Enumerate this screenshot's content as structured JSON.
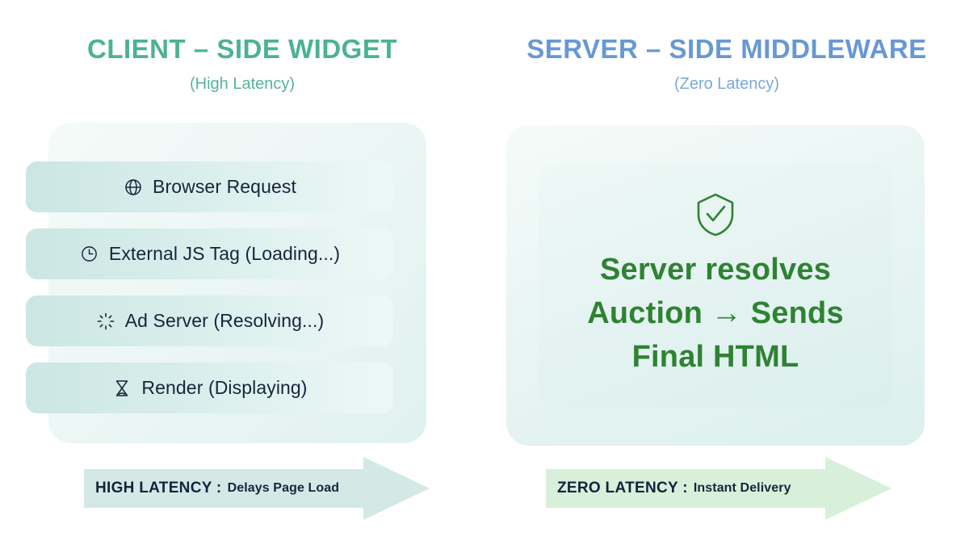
{
  "left": {
    "title": "CLIENT – SIDE WIDGET",
    "subtitle": "(High Latency)",
    "title_color": "#4BB295",
    "steps": [
      {
        "icon": "globe-icon",
        "label": "Browser Request"
      },
      {
        "icon": "clock-icon",
        "label": "External JS Tag (Loading...)"
      },
      {
        "icon": "spinner-icon",
        "label": "Ad Server (Resolving...)"
      },
      {
        "icon": "hourglass-icon",
        "label": "Render (Displaying)"
      }
    ],
    "banner": {
      "strong": "HIGH LATENCY :",
      "soft": "Delays Page Load",
      "color": "#d4e9e6"
    }
  },
  "right": {
    "title": "SERVER – SIDE MIDDLEWARE",
    "subtitle": "(Zero  Latency)",
    "title_color": "#6798D4",
    "icon": "shield-check-icon",
    "accent_color": "#2F8233",
    "message_lines": [
      "Server resolves",
      "Auction → Sends",
      "Final HTML"
    ],
    "banner": {
      "strong": "ZERO LATENCY :",
      "soft": "Instant Delivery",
      "color": "#d8f0da"
    }
  }
}
